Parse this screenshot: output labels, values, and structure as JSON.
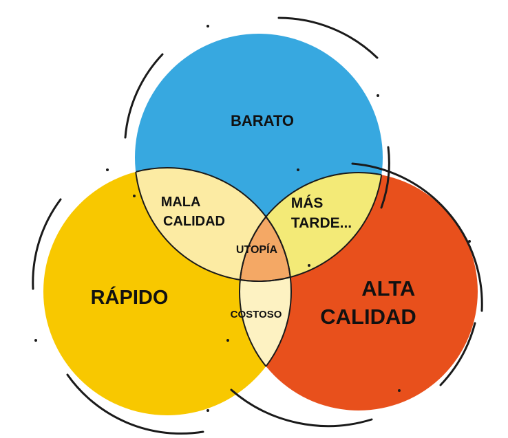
{
  "sets": {
    "cheap": {
      "label": "BARATO",
      "color": "#37A8E0"
    },
    "fast": {
      "label": "RÁPIDO",
      "color": "#F8C800"
    },
    "quality": {
      "label_line1": "ALTA",
      "label_line2": "CALIDAD",
      "color": "#E8501C"
    }
  },
  "intersections": {
    "cheap_fast": {
      "label_line1": "MALA",
      "label_line2": "CALIDAD",
      "color": "#FCEBA3"
    },
    "cheap_quality": {
      "label_line1": "MÁS",
      "label_line2": "TARDE...",
      "color": "#F3EA77"
    },
    "fast_quality": {
      "label": "COSTOSO",
      "color": "#FDF2C2"
    },
    "all": {
      "label": "UTOPÍA",
      "color": "#F4A865"
    }
  },
  "outline_color": "#1a1a1a"
}
